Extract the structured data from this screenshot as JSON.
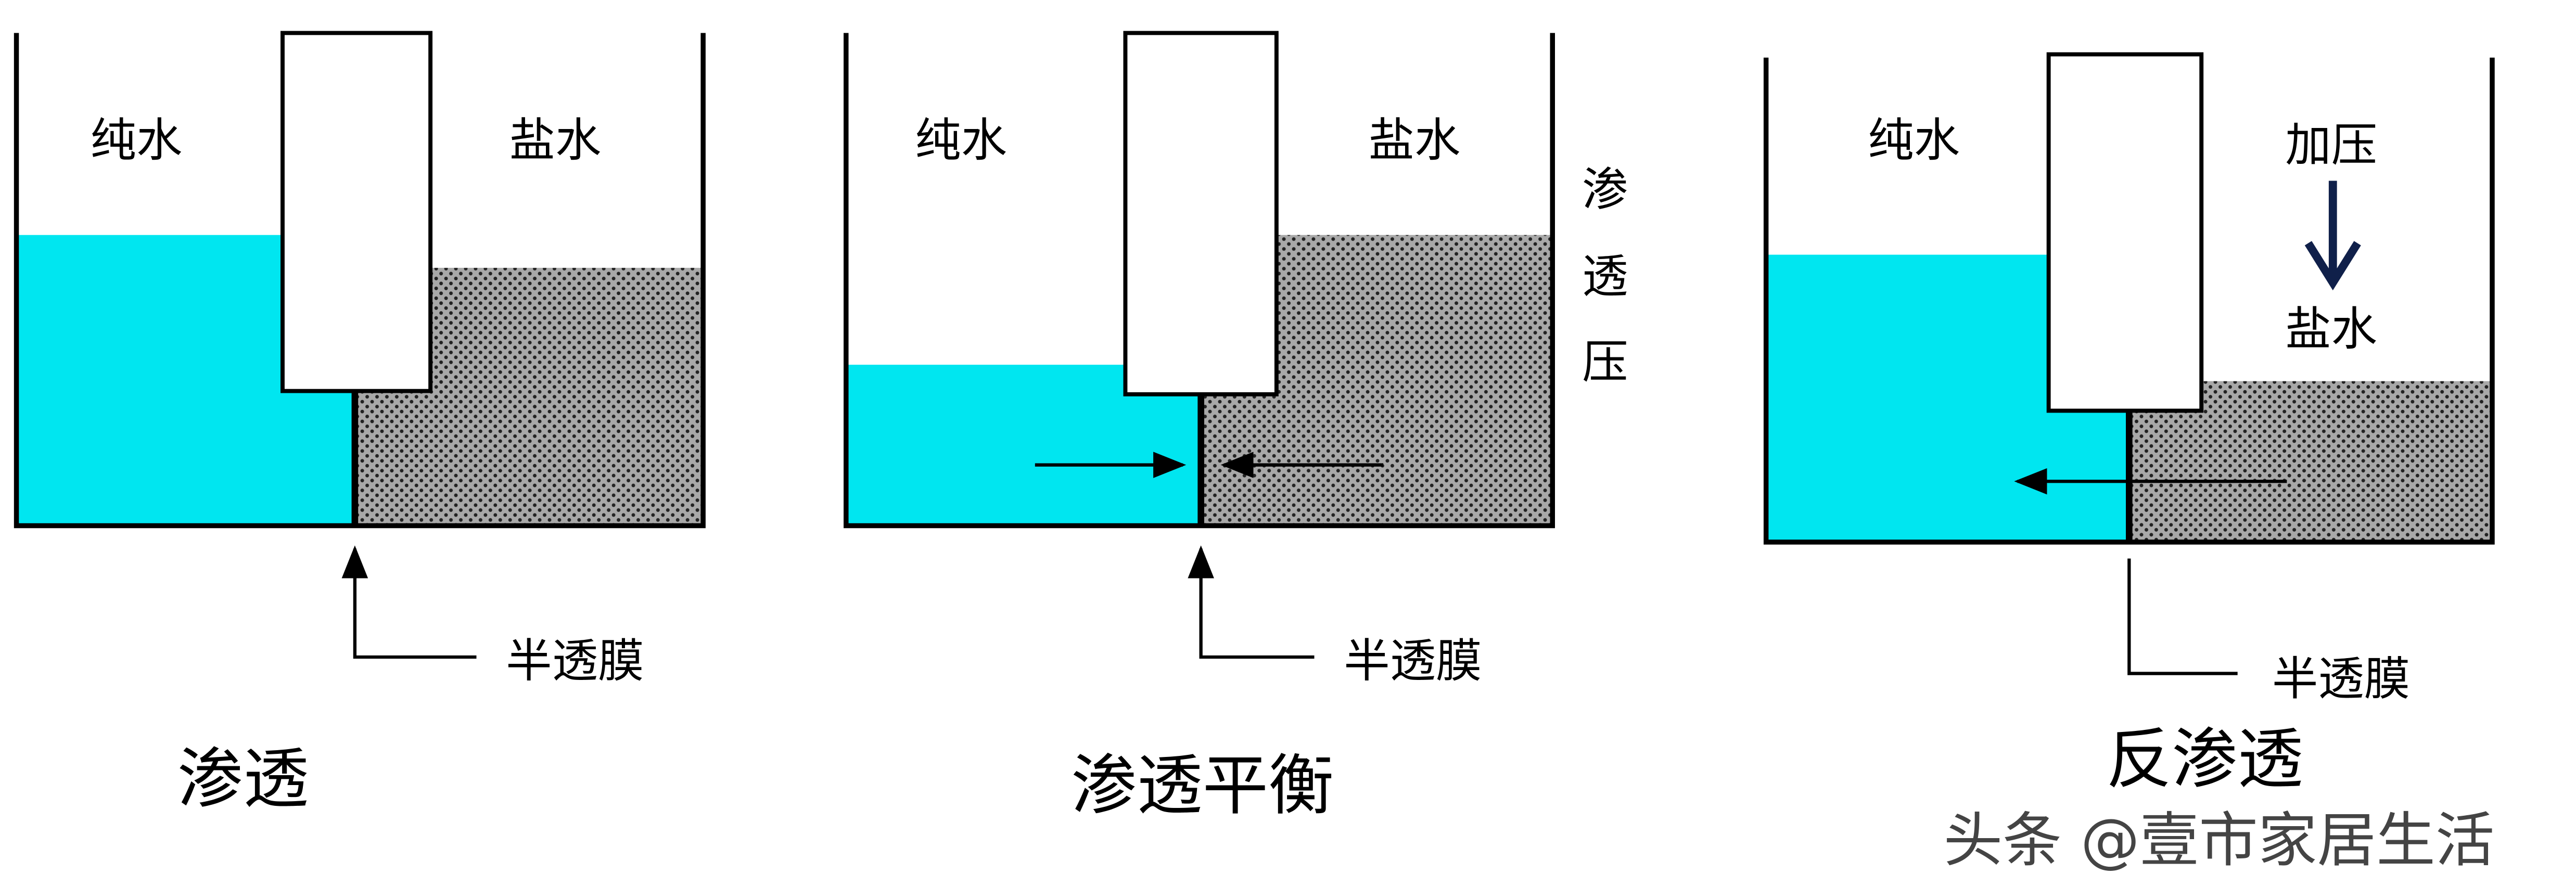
{
  "colors": {
    "fresh_water": "#00E6F0",
    "salt_water": "#9a9a9a",
    "pressure_arrow": "#10204a",
    "watermark": "#444444"
  },
  "panels": [
    {
      "title": "渗透",
      "left_label": "纯水",
      "right_label": "盐水",
      "membrane_label": "半透膜"
    },
    {
      "title": "渗透平衡",
      "left_label": "纯水",
      "right_label": "盐水",
      "membrane_label": "半透膜",
      "side_label": [
        "渗",
        "透",
        "压"
      ]
    },
    {
      "title": "反渗透",
      "left_label": "纯水",
      "pressure_label": "加压",
      "right_label": "盐水",
      "membrane_label": "半透膜"
    }
  ],
  "watermark": "头条 @壹市家居生活"
}
